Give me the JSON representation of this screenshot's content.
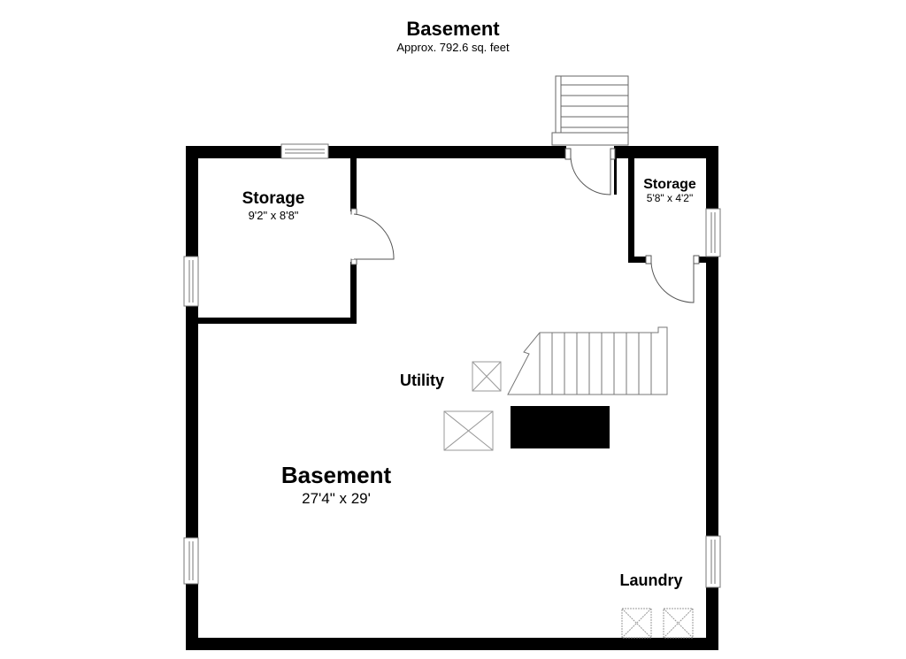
{
  "header": {
    "title": "Basement",
    "area": "Approx. 792.6 sq. feet"
  },
  "rooms": {
    "storage_left": {
      "name": "Storage",
      "dims": "9'2\" x 8'8\""
    },
    "storage_right": {
      "name": "Storage",
      "dims": "5'8\" x 4'2\""
    },
    "utility": {
      "name": "Utility"
    },
    "basement": {
      "name": "Basement",
      "dims": "27'4\" x 29'"
    },
    "laundry": {
      "name": "Laundry"
    }
  },
  "colors": {
    "wall": "#000000",
    "fixture": "#999999",
    "background": "#ffffff"
  }
}
